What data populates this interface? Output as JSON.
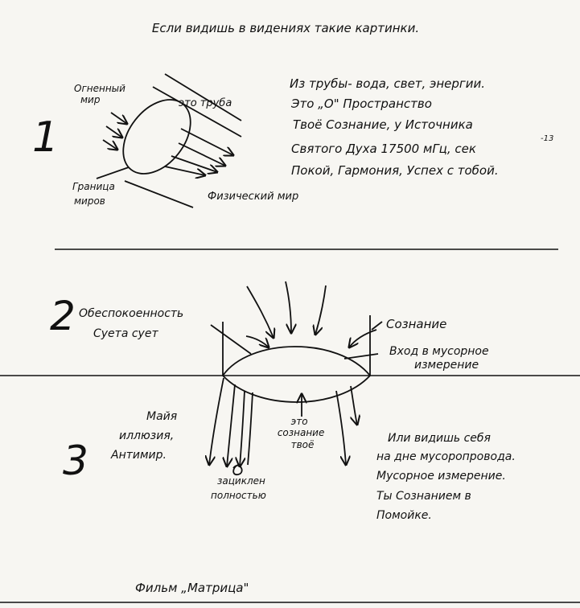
{
  "header": "Если видишь в видениях такие картинки.",
  "section1": {
    "number": "1",
    "label_fire_world": [
      "Огненный",
      "мир"
    ],
    "label_pipe": "это труба",
    "label_border": [
      "Граница",
      "миров"
    ],
    "label_physical": "Физический мир",
    "text_lines": [
      "Из трубы- вода, свет, энергии.",
      "Это „О\" Пространство",
      "Твоё Сознание, у Источника",
      "Святого Духа 17500 мГц, сек",
      "Покой, Гармония, Успех с тобой."
    ],
    "exponent": "-13"
  },
  "section2": {
    "number": "2",
    "label_worry": "Обеспокоенность",
    "label_vanity": "Суета сует",
    "label_consciousness": "Сознание",
    "label_entrance": [
      "Вход в мусорное",
      "измерение"
    ]
  },
  "section3": {
    "number": "3",
    "label_maya": [
      "Майя",
      "иллюзия,",
      "Антимир."
    ],
    "label_your_consciousness": [
      "это",
      "сознание",
      "твоё"
    ],
    "label_looped": [
      "зациклен",
      "полностью"
    ],
    "text_lines": [
      "Или видишь себя",
      "на дне мусоропровода.",
      "Мусорное измерение.",
      "Ты Сознанием в",
      "Помойке."
    ]
  },
  "footer": "Фильм „Матрица\""
}
